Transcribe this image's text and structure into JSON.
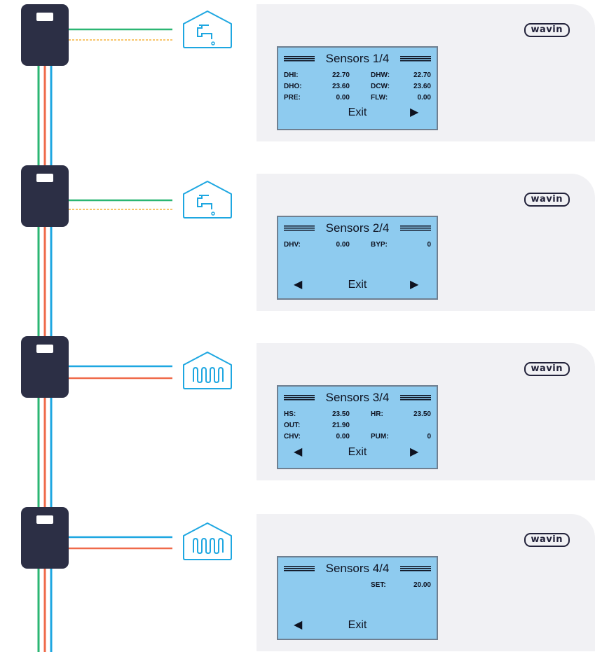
{
  "brand": "wavin",
  "colors": {
    "supply": "#1ea7e1",
    "return": "#ef6a4a",
    "dhw": "#2bb673",
    "recirc": "#f6b23a",
    "unit": "#2c2f45",
    "lcd": "#8ecbef"
  },
  "icons": [
    "tap-house-icon",
    "tap-house-icon",
    "radiator-house-icon",
    "radiator-house-icon"
  ],
  "screens": [
    {
      "title": "Sensors 1/4",
      "rows": [
        {
          "l_label": "DHI:",
          "l_value": "22.70",
          "r_label": "DHW:",
          "r_value": "22.70"
        },
        {
          "l_label": "DHO:",
          "l_value": "23.60",
          "r_label": "DCW:",
          "r_value": "23.60"
        },
        {
          "l_label": "PRE:",
          "l_value": "0.00",
          "r_label": "FLW:",
          "r_value": "0.00"
        }
      ],
      "exit": "Exit",
      "left_arrow": "",
      "right_arrow": "▶"
    },
    {
      "title": "Sensors 2/4",
      "rows": [
        {
          "l_label": "DHV:",
          "l_value": "0.00",
          "r_label": "BYP:",
          "r_value": "0"
        }
      ],
      "exit": "Exit",
      "left_arrow": "◀",
      "right_arrow": "▶"
    },
    {
      "title": "Sensors 3/4",
      "rows": [
        {
          "l_label": "HS:",
          "l_value": "23.50",
          "r_label": "HR:",
          "r_value": "23.50"
        },
        {
          "l_label": "OUT:",
          "l_value": "21.90",
          "r_label": "",
          "r_value": ""
        },
        {
          "l_label": "CHV:",
          "l_value": "0.00",
          "r_label": "PUM:",
          "r_value": "0"
        }
      ],
      "exit": "Exit",
      "left_arrow": "◀",
      "right_arrow": "▶"
    },
    {
      "title": "Sensors 4/4",
      "rows": [
        {
          "l_label": "",
          "l_value": "",
          "r_label": "SET:",
          "r_value": "20.00"
        }
      ],
      "exit": "Exit",
      "left_arrow": "◀",
      "right_arrow": ""
    }
  ]
}
